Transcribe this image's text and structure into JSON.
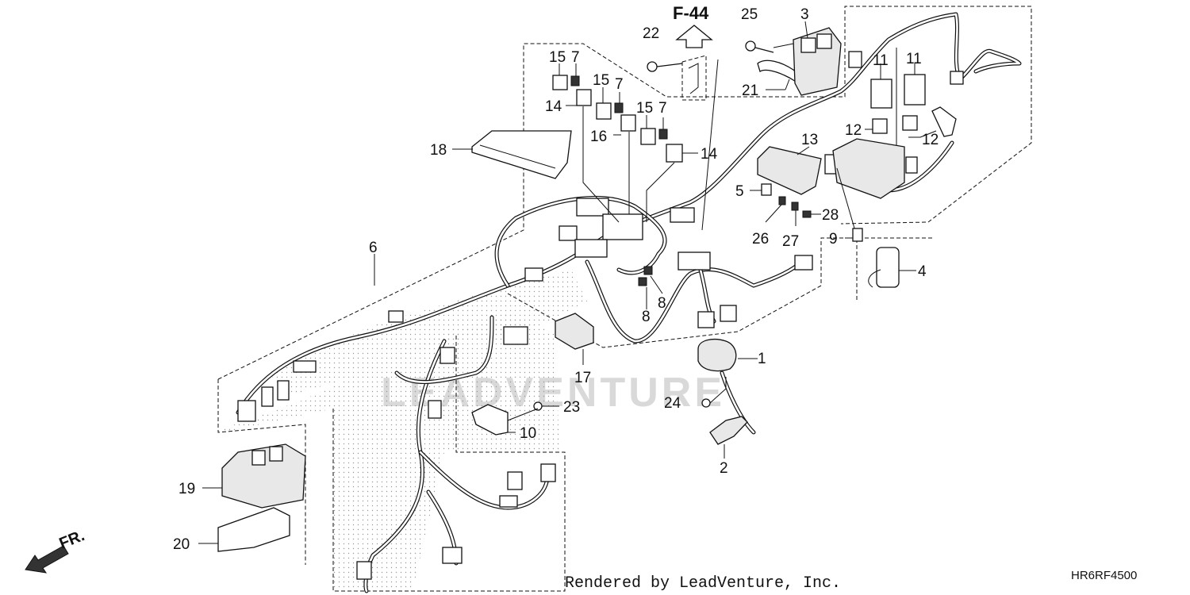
{
  "diagram": {
    "reference_callout": "F-44",
    "direction_label": "FR.",
    "watermark": "LEADVENTURE",
    "rendered_by": "Rendered by LeadVenture, Inc.",
    "diagram_code": "HR6RF4500",
    "part_numbers": {
      "n1": "1",
      "n2": "2",
      "n3": "3",
      "n4": "4",
      "n5": "5",
      "n6": "6",
      "n7a": "7",
      "n7b": "7",
      "n7c": "7",
      "n8a": "8",
      "n8b": "8",
      "n9": "9",
      "n10": "10",
      "n11a": "11",
      "n11b": "11",
      "n12a": "12",
      "n12b": "12",
      "n13": "13",
      "n14a": "14",
      "n14b": "14",
      "n15a": "15",
      "n15b": "15",
      "n15c": "15",
      "n16": "16",
      "n17": "17",
      "n18": "18",
      "n19": "19",
      "n20": "20",
      "n21": "21",
      "n22": "22",
      "n23": "23",
      "n24": "24",
      "n25": "25",
      "n26": "26",
      "n27": "27",
      "n28": "28"
    }
  }
}
